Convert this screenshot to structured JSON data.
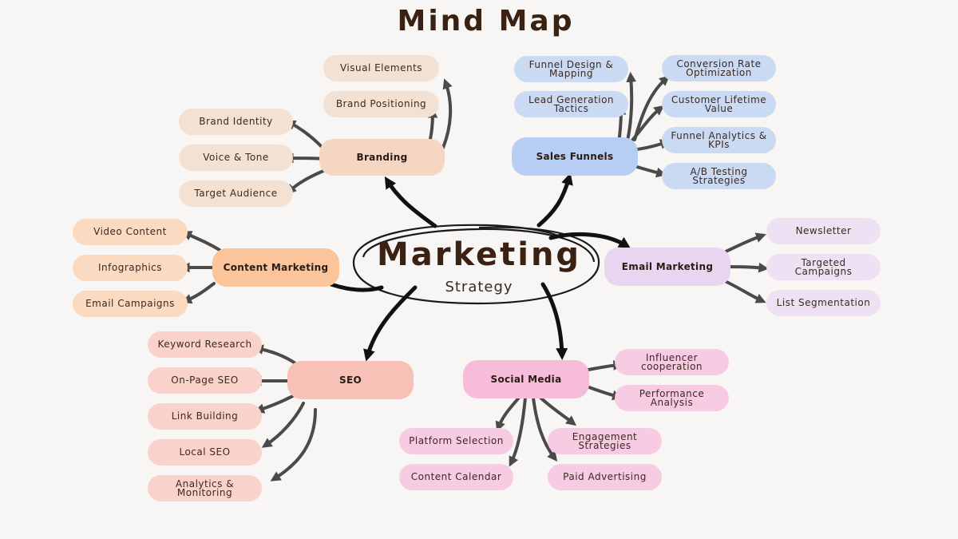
{
  "title": "Mind Map",
  "center": {
    "main": "Marketing",
    "sub": "Strategy"
  },
  "colors": {
    "background": "#f8f6f4",
    "arrow": "#4a4a4a",
    "branding": "#f5d6c2",
    "sales_funnels": "#b8cdf2",
    "email_marketing": "#e8d6f1",
    "content_marketing": "#fbc49a",
    "seo": "#f7c1b8",
    "social_media": "#f6bcd9"
  },
  "branches": {
    "branding": {
      "label": "Branding",
      "items": [
        "Visual Elements",
        "Brand Positioning",
        "Brand Identity",
        "Voice & Tone",
        "Target Audience"
      ]
    },
    "sales_funnels": {
      "label": "Sales Funnels",
      "items": [
        "Funnel Design & Mapping",
        "Lead Generation Tactics",
        "Conversion Rate Optimization",
        "Customer Lifetime Value",
        "Funnel Analytics & KPIs",
        "A/B Testing Strategies"
      ]
    },
    "email_marketing": {
      "label": "Email Marketing",
      "items": [
        "Newsletter",
        "Targeted Campaigns",
        "List Segmentation"
      ]
    },
    "content_marketing": {
      "label": "Content Marketing",
      "items": [
        "Video Content",
        "Infographics",
        "Email Campaigns"
      ]
    },
    "seo": {
      "label": "SEO",
      "items": [
        "Keyword Research",
        "On-Page SEO",
        "Link Building",
        "Local SEO",
        "Analytics & Monitoring"
      ]
    },
    "social_media": {
      "label": "Social Media",
      "items": [
        "Influencer cooperation",
        "Performance Analysis",
        "Platform Selection",
        "Engagement Strategies",
        "Content Calendar",
        "Paid Advertising"
      ]
    }
  }
}
